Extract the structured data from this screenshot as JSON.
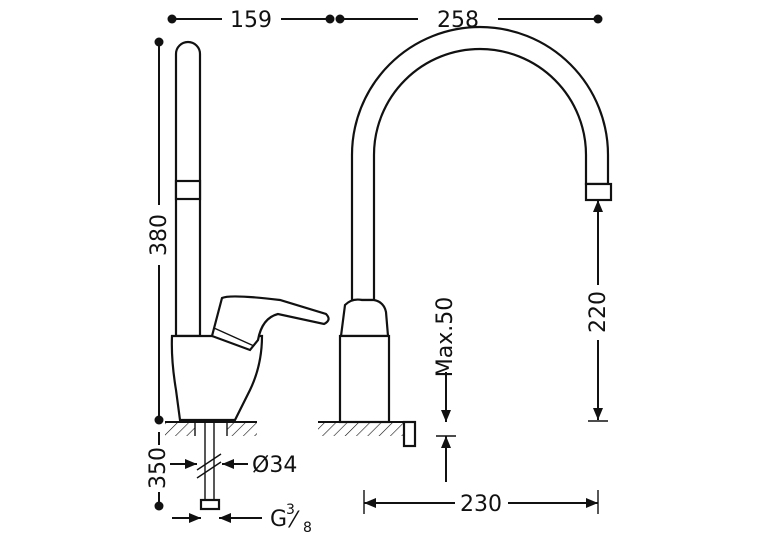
{
  "dimensions": {
    "side_width": "159",
    "reach": "258",
    "total_height": "380",
    "spout_height": "220",
    "max_deck": "Max.50",
    "hose_length": "350",
    "hole_diameter": "Ø34",
    "thread_prefix": "G",
    "thread_num": "3",
    "thread_frac": "⁄",
    "thread_den": "8",
    "base_reach": "230"
  }
}
